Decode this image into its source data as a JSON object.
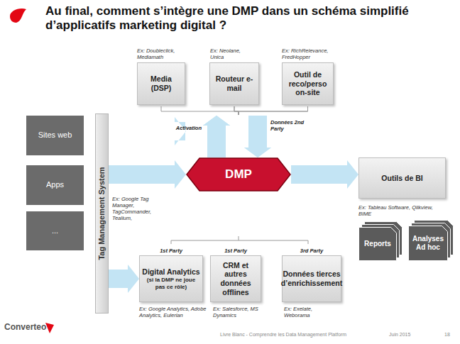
{
  "diagram": {
    "title": "Au final, comment s’intègre une DMP dans un schéma simplifié d’applicatifs marketing digital ?",
    "nodes": [
      {
        "text": [
          "Sites web"
        ]
      },
      {
        "text": [
          "Apps"
        ]
      },
      {
        "text": [
          "..."
        ]
      },
      {
        "text": [
          "Tag Management System"
        ]
      },
      {
        "text": [
          "Media (DSP)"
        ]
      },
      {
        "text": [
          "Routeur e-mail"
        ]
      },
      {
        "text": [
          "Outil de reco/perso on-site"
        ]
      },
      {
        "text": [
          "DMP"
        ]
      },
      {
        "text": [
          "Outils de BI"
        ]
      },
      {
        "text": [
          "Reports"
        ]
      },
      {
        "text": [
          "Analyses Ad hoc"
        ]
      },
      {
        "text": [
          "1st Party",
          "Digital Analytics",
          "(si la DMP ne joue pas ce rôle)"
        ]
      },
      {
        "text": [
          "1st Party",
          "CRM et autres données offlines"
        ]
      },
      {
        "text": [
          "3rd Party",
          "Données tierces d’enrichissement"
        ]
      }
    ],
    "edges": [
      {
        "from": 3,
        "to": 7,
        "arrow": "to"
      },
      {
        "from": 3,
        "to": 11,
        "arrow": "to"
      },
      {
        "from": 7,
        "to": 8,
        "arrow": "to"
      },
      {
        "from": 7,
        "to": 4,
        "arrow": "to"
      },
      {
        "from": 7,
        "to": 5,
        "arrow": "to",
        "label": "Activation"
      },
      {
        "from": 7,
        "to": 6,
        "arrow": "to"
      },
      {
        "from": 4,
        "to": 7,
        "arrow": "to"
      },
      {
        "from": 5,
        "to": 7,
        "arrow": "to",
        "label": "Données 2nd Party"
      },
      {
        "from": 6,
        "to": 7,
        "arrow": "to"
      }
    ],
    "labels": [
      "Ex: Doubleclick, Mediamath",
      "Ex: Neolane, Unica",
      "Ex: RichRelevance, FredHopper",
      "Ex: Google Tag Manager, TagCommander, Tealium,",
      "Ex: Tableau Software, Qlikview, BIME",
      "Ex: Google Analytics, Adobe Analytics, Eulerian",
      "Ex: Salesforce, MS Dynamics",
      "Ex: Exelate, Weborama",
      "Converteo",
      "Livre Blanc - Comprendre les Data Management Platform",
      "Juin 2015",
      "18"
    ]
  }
}
